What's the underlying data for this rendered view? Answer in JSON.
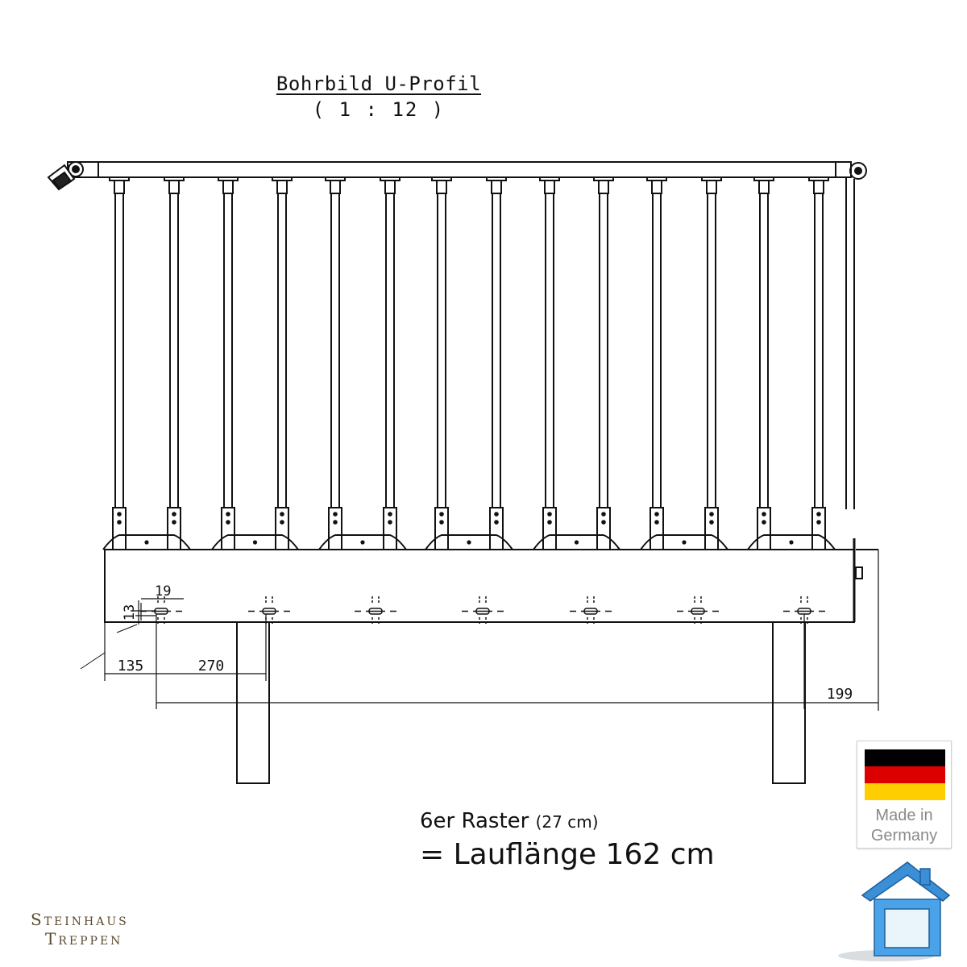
{
  "drawing": {
    "title": "Bohrbild U-Profil",
    "scale": "( 1 : 12 )",
    "dimensions": {
      "hole_width": "19",
      "hole_height": "13",
      "first_offset": "135",
      "hole_spacing": "270",
      "end_offset": "199"
    }
  },
  "notes": {
    "grid_label": "6er Raster",
    "grid_size": "(27 cm)",
    "run_length": "= Lauflänge 162 cm"
  },
  "badge": {
    "line1": "Made in",
    "line2": "Germany",
    "flag_colors": [
      "#000000",
      "#dd0000",
      "#ffce00"
    ]
  },
  "brand": {
    "line1": "Steinhaus",
    "line2": "Treppen"
  },
  "icons": {
    "house": "house-logo-icon"
  }
}
